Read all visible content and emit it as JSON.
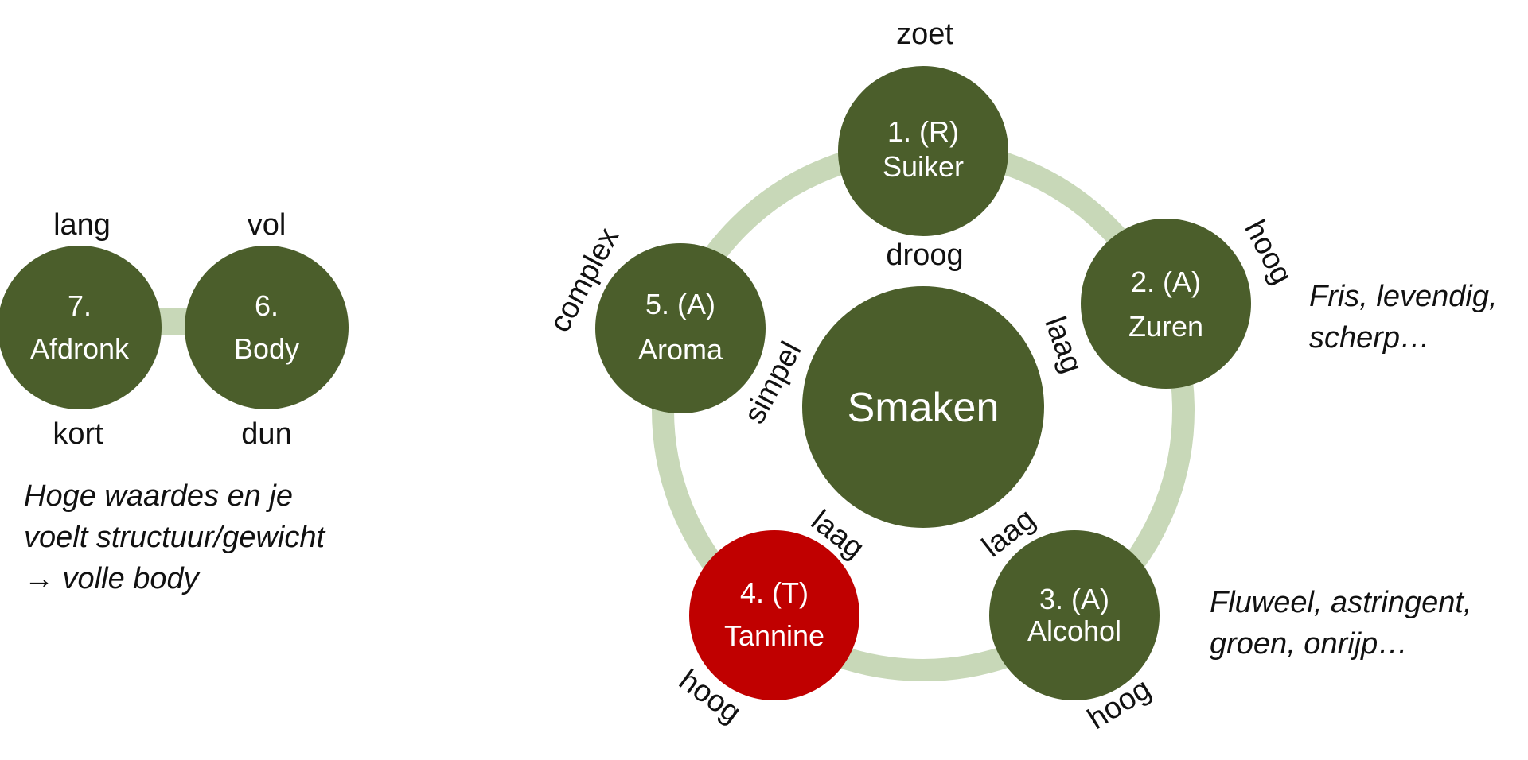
{
  "colors": {
    "node_green": "#4b5e2b",
    "node_red": "#c00000",
    "connector": "#c8d8b8",
    "text_dark": "#111111",
    "text_light": "#ffffff"
  },
  "center": {
    "label": "Smaken"
  },
  "wheel_nodes": [
    {
      "id": "suiker",
      "line1": "1. (R)",
      "line2": "Suiker",
      "color": "green"
    },
    {
      "id": "zuren",
      "line1": "2. (A)",
      "line2": "Zuren",
      "color": "green"
    },
    {
      "id": "alcohol",
      "line1": "3. (A)",
      "line2": "Alcohol",
      "color": "green"
    },
    {
      "id": "tannine",
      "line1": "4. (T)",
      "line2": "Tannine",
      "color": "red"
    },
    {
      "id": "aroma",
      "line1": "5. (A)",
      "line2": "Aroma",
      "color": "green"
    }
  ],
  "wheel_labels": {
    "suiker_high": "zoet",
    "suiker_low": "droog",
    "zuren_high": "hoog",
    "zuren_low": "laag",
    "alcohol_high": "hoog",
    "alcohol_low": "laag",
    "tannine_high": "hoog",
    "tannine_low": "laag",
    "aroma_high": "complex",
    "aroma_low": "simpel"
  },
  "left_nodes": [
    {
      "id": "afdronk",
      "line1": "7.",
      "line2": "Afdronk",
      "high": "lang",
      "low": "kort"
    },
    {
      "id": "body",
      "line1": "6.",
      "line2": "Body",
      "high": "vol",
      "low": "dun"
    }
  ],
  "notes": {
    "body_note": [
      "Hoge waardes en je",
      "voelt structuur/gewicht",
      "→ volle body"
    ],
    "zuren_note": [
      "Fris, levendig,",
      "scherp…"
    ],
    "tannine_note": [
      "Fluweel, astringent,",
      "groen, onrijp…"
    ]
  }
}
